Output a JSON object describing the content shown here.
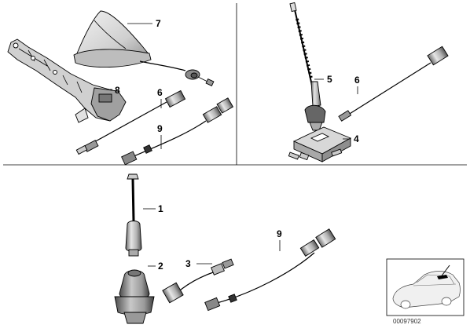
{
  "callouts": {
    "p7": "7",
    "p8": "8",
    "p6_left": "6",
    "p9_left": "9",
    "p5": "5",
    "p6_right": "6",
    "p4": "4",
    "p1": "1",
    "p2": "2",
    "p3": "3",
    "p9_bottom": "9"
  },
  "diagram_code": "00097902",
  "colors": {
    "line": "#000000",
    "metal_light": "#d8d8d8",
    "metal_mid": "#a8a8a8",
    "metal_dark": "#555555",
    "background": "#ffffff"
  },
  "icons": {
    "thumbnail": "car-thumbnail-icon"
  }
}
